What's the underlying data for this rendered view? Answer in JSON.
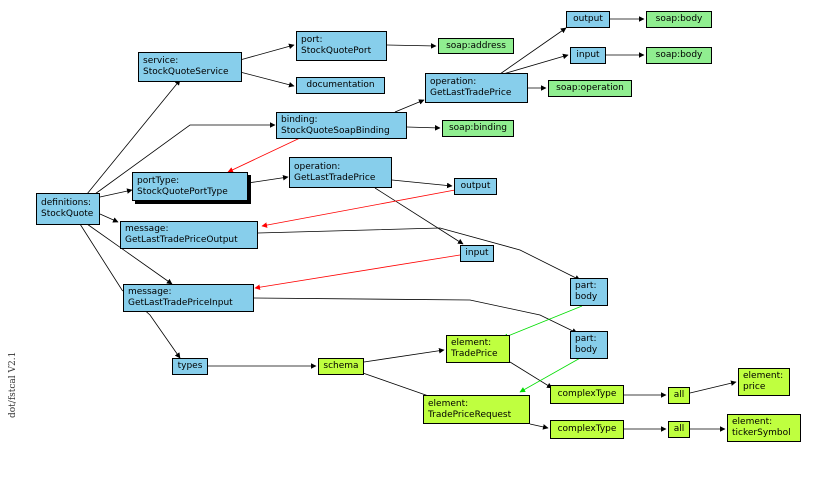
{
  "diagram": {
    "side_label": "dot/fstcal V2.1",
    "nodes": {
      "definitions": {
        "text": "definitions:\nStockQuote",
        "fill": "blue"
      },
      "service": {
        "text": "service:\nStockQuoteService",
        "fill": "blue"
      },
      "port": {
        "text": "port:\nStockQuotePort",
        "fill": "blue"
      },
      "soap_address": {
        "text": "soap:address",
        "fill": "green"
      },
      "documentation": {
        "text": "documentation",
        "fill": "blue"
      },
      "output_top": {
        "text": "output",
        "fill": "blue"
      },
      "soap_body_top": {
        "text": "soap:body",
        "fill": "green"
      },
      "input_top": {
        "text": "input",
        "fill": "blue"
      },
      "soap_body_mid": {
        "text": "soap:body",
        "fill": "green"
      },
      "operation_binding": {
        "text": "operation:\nGetLastTradePrice",
        "fill": "blue"
      },
      "soap_operation": {
        "text": "soap:operation",
        "fill": "green"
      },
      "binding": {
        "text": "binding:\nStockQuoteSoapBinding",
        "fill": "blue"
      },
      "soap_binding": {
        "text": "soap:binding",
        "fill": "green"
      },
      "porttype": {
        "text": "portType:\nStockQuotePortType",
        "fill": "blue"
      },
      "operation_pt": {
        "text": "operation:\nGetLastTradePrice",
        "fill": "blue"
      },
      "output_pt": {
        "text": "output",
        "fill": "blue"
      },
      "input_pt": {
        "text": "input",
        "fill": "blue"
      },
      "message_output": {
        "text": "message:\nGetLastTradePriceOutput",
        "fill": "blue"
      },
      "message_input": {
        "text": "message:\nGetLastTradePriceInput",
        "fill": "blue"
      },
      "part_body_1": {
        "text": "part:\nbody",
        "fill": "blue"
      },
      "part_body_2": {
        "text": "part:\nbody",
        "fill": "blue"
      },
      "types": {
        "text": "types",
        "fill": "blue"
      },
      "schema": {
        "text": "schema",
        "fill": "lime"
      },
      "element_tradeprice": {
        "text": "element:\nTradePrice",
        "fill": "lime"
      },
      "element_traderequest": {
        "text": "element:\nTradePriceRequest",
        "fill": "lime"
      },
      "complextype_1": {
        "text": "complexType",
        "fill": "lime"
      },
      "complextype_2": {
        "text": "complexType",
        "fill": "lime"
      },
      "all_1": {
        "text": "all",
        "fill": "lime"
      },
      "all_2": {
        "text": "all",
        "fill": "lime"
      },
      "element_price": {
        "text": "element:\nprice",
        "fill": "lime"
      },
      "element_ticker": {
        "text": "element:\ntickerSymbol",
        "fill": "lime"
      }
    },
    "edge_colors": {
      "containment": "#000000",
      "reference": "#ff0000",
      "type_ref": "#00dd00"
    }
  }
}
